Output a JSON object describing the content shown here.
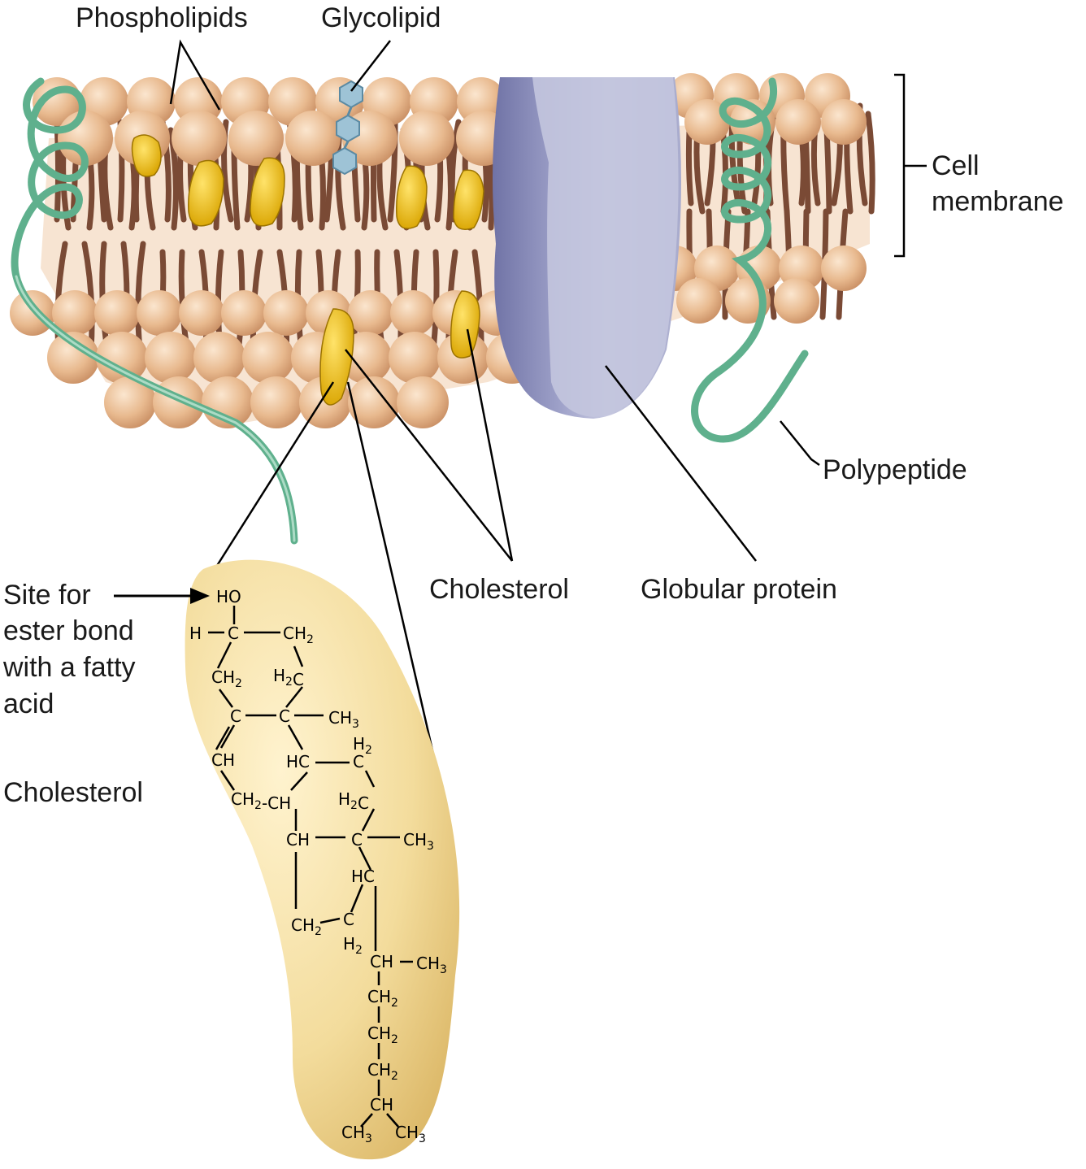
{
  "labels": {
    "phospholipids": "Phospholipids",
    "glycolipid": "Glycolipid",
    "cell_membrane_1": "Cell",
    "cell_membrane_2": "membrane",
    "polypeptide": "Polypeptide",
    "cholesterol_mid": "Cholesterol",
    "globular_protein": "Globular protein",
    "site_line1": "Site for",
    "site_line2": "ester bond",
    "site_line3": "with a fatty",
    "site_line4": "acid",
    "cholesterol_left": "Cholesterol"
  },
  "structure": {
    "ho": "HO",
    "h_left": "H",
    "c1": "C",
    "ch2_top": "CH2",
    "ch2_left": "CH2",
    "h2c_a": "H2C",
    "c2": "C",
    "c3": "C",
    "ch3_a": "CH3",
    "ch": "CH",
    "hc_a": "HC",
    "h2_top": "H2",
    "c4": "C",
    "ch2ch": "CH2-CH",
    "h2c_b": "H2C",
    "ch_b": "CH",
    "c5": "C",
    "ch3_b": "CH3",
    "hc_b": "HC",
    "ch2_c": "CH2",
    "c6": "C",
    "h2_b": "H2",
    "ch_chain": "CH",
    "ch3_c": "CH3",
    "ch2_d": "CH2",
    "ch2_e": "CH2",
    "ch2_f": "CH2",
    "ch_end": "CH",
    "ch3_d": "CH3",
    "ch3_e": "CH3"
  },
  "colors": {
    "phospholipid_head": "#e8b98e",
    "lipid_tail": "#7a4a35",
    "cholesterol": "#f2c21a",
    "glycolipid": "#9ec3d6",
    "protein": "#b9bcd6",
    "polypeptide": "#5fb08d",
    "cholesterol_body": "#f3dc9c"
  }
}
